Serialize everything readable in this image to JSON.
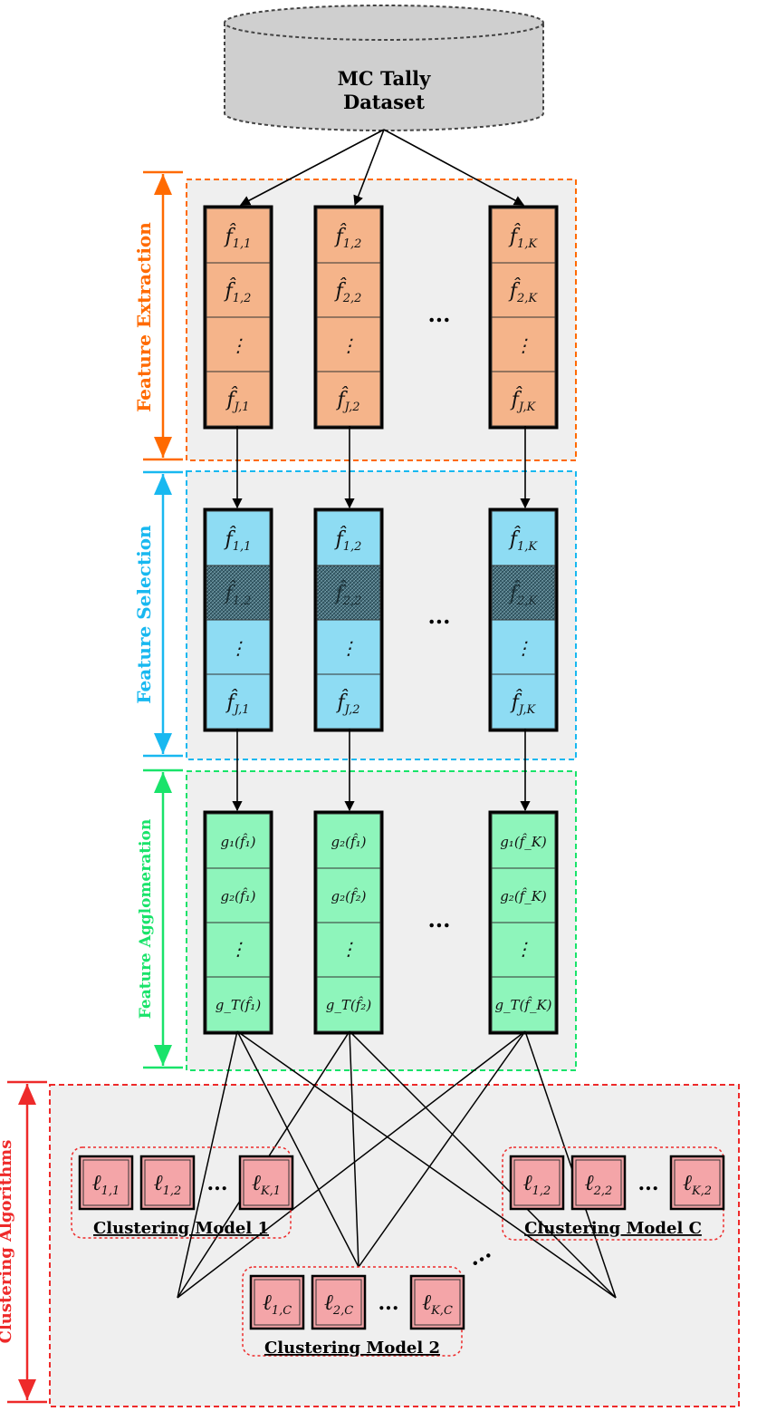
{
  "dataset": {
    "line1": "MC Tally",
    "line2": "Dataset"
  },
  "stages": {
    "extraction": "Feature Extraction",
    "selection": "Feature Selection",
    "agglomeration": "Feature Agglomeration",
    "clustering": "Clustering Algorithms"
  },
  "ellipsis": "...",
  "extraction_columns": [
    {
      "cells": [
        {
          "b": "f̂",
          "s": "1,1"
        },
        {
          "b": "f̂",
          "s": "1,2"
        },
        {
          "b": "⋮",
          "s": ""
        },
        {
          "b": "f̂",
          "s": "J,1"
        }
      ]
    },
    {
      "cells": [
        {
          "b": "f̂",
          "s": "1,2"
        },
        {
          "b": "f̂",
          "s": "2,2"
        },
        {
          "b": "⋮",
          "s": ""
        },
        {
          "b": "f̂",
          "s": "J,2"
        }
      ]
    },
    {
      "cells": [
        {
          "b": "f̂",
          "s": "1,K"
        },
        {
          "b": "f̂",
          "s": "2,K"
        },
        {
          "b": "⋮",
          "s": ""
        },
        {
          "b": "f̂",
          "s": "J,K"
        }
      ]
    }
  ],
  "selection_columns": [
    {
      "cells": [
        {
          "b": "f̂",
          "s": "1,1"
        },
        {
          "b": "f̂",
          "s": "1,2"
        },
        {
          "b": "⋮",
          "s": ""
        },
        {
          "b": "f̂",
          "s": "J,1"
        }
      ]
    },
    {
      "cells": [
        {
          "b": "f̂",
          "s": "1,2"
        },
        {
          "b": "f̂",
          "s": "2,2"
        },
        {
          "b": "⋮",
          "s": ""
        },
        {
          "b": "f̂",
          "s": "J,2"
        }
      ]
    },
    {
      "cells": [
        {
          "b": "f̂",
          "s": "1,K"
        },
        {
          "b": "f̂",
          "s": "2,K"
        },
        {
          "b": "⋮",
          "s": ""
        },
        {
          "b": "f̂",
          "s": "J,K"
        }
      ]
    }
  ],
  "agglomeration_columns": [
    {
      "cells": [
        "g₁(f̂₁)",
        "g₂(f̂₁)",
        "⋮",
        "g_T(f̂₁)"
      ]
    },
    {
      "cells": [
        "g₂(f̂₁)",
        "g₂(f̂₂)",
        "⋮",
        "g_T(f̂₂)"
      ]
    },
    {
      "cells": [
        "g₁(f̂_K)",
        "g₂(f̂_K)",
        "⋮",
        "g_T(f̂_K)"
      ]
    }
  ],
  "models": [
    {
      "title": "Clustering Model 1",
      "labels": [
        "1,1",
        "1,2",
        "K,1"
      ]
    },
    {
      "title": "Clustering Model 2",
      "labels": [
        "1,C",
        "2,C",
        "K,C"
      ]
    },
    {
      "title": "Clustering Model C",
      "labels": [
        "1,2",
        "2,2",
        "K,2"
      ]
    }
  ],
  "colors": {
    "extraction": "#f5b48a",
    "selection": "#8edcf3",
    "selection_hatched": "#3e6673",
    "agglomeration": "#8ef5bb",
    "cluster_cell": "#f4a5a8",
    "extraction_accent": "#ff6a00",
    "selection_accent": "#18b8f0",
    "agglomeration_accent": "#19e36a",
    "clustering_accent": "#ee2a2a",
    "panel_bg": "#efefef",
    "dataset_fill": "#cfcfcf"
  }
}
